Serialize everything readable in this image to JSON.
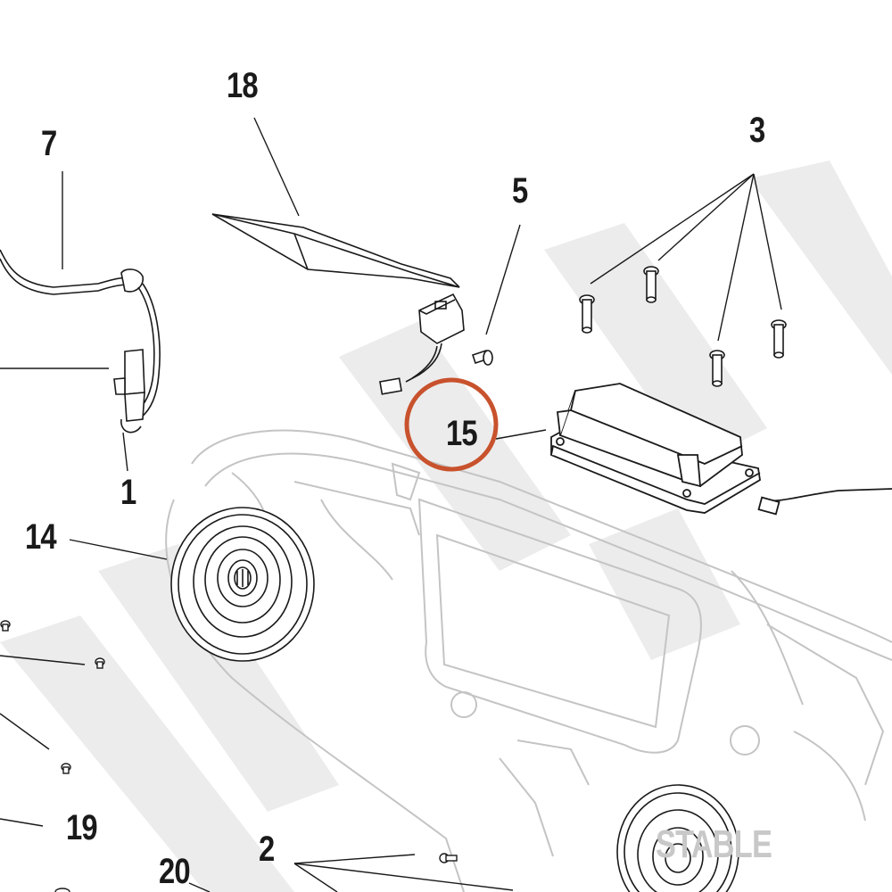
{
  "callouts": [
    {
      "id": "18",
      "label": "18"
    },
    {
      "id": "7",
      "label": "7"
    },
    {
      "id": "5",
      "label": "5"
    },
    {
      "id": "3",
      "label": "3"
    },
    {
      "id": "15",
      "label": "15"
    },
    {
      "id": "1",
      "label": "1"
    },
    {
      "id": "14",
      "label": "14"
    },
    {
      "id": "19",
      "label": "19"
    },
    {
      "id": "2",
      "label": "2"
    },
    {
      "id": "20",
      "label": "20"
    }
  ],
  "highlight": {
    "callout": "15",
    "color": "#c8522d"
  },
  "watermark": {
    "text": "STABLE",
    "color": "#e2e2e2"
  },
  "colors": {
    "line": "#1a1a1a",
    "ghost": "#c4c4c4"
  }
}
